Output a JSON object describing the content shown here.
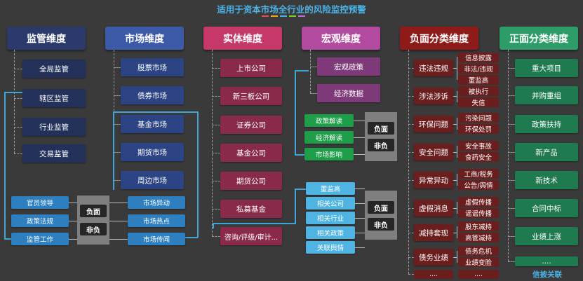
{
  "title": "适用于资本市场全行业的风险监控预警",
  "title_bars": [
    "#e84a5f",
    "#f5a623",
    "#4ab3e8",
    "#7ed321",
    "#c86dd7"
  ],
  "columns": {
    "regulation": {
      "header": "监管维度",
      "items": [
        "全局监管",
        "辖区监管",
        "行业监管",
        "交易监管"
      ]
    },
    "market": {
      "header": "市场维度",
      "items": [
        "股票市场",
        "债券市场",
        "基金市场",
        "期货市场",
        "周边市场"
      ]
    },
    "entity": {
      "header": "实体维度",
      "items": [
        "上市公司",
        "新三板公司",
        "证券公司",
        "基金公司",
        "期货公司",
        "私募基金",
        "咨询/评级/审计..."
      ]
    },
    "macro": {
      "header": "宏观维度",
      "items": [
        "宏观政策",
        "经济数据"
      ]
    },
    "negative": {
      "header": "负面分类维度",
      "groups": [
        {
          "label": "违法违规",
          "subs": [
            "信息披露",
            "非法/违规",
            "董监高"
          ]
        },
        {
          "label": "涉法涉诉",
          "subs": [
            "被执行",
            "失信"
          ]
        },
        {
          "label": "环保问题",
          "subs": [
            "污染问题",
            "环保处罚"
          ]
        },
        {
          "label": "安全问题",
          "subs": [
            "安全事故",
            "食药安全"
          ]
        },
        {
          "label": "异常异动",
          "subs": [
            "工商/税务",
            "公告/舆情"
          ]
        },
        {
          "label": "虚假消息",
          "subs": [
            "虚假传播",
            "谣谣传播"
          ]
        },
        {
          "label": "减持套现",
          "subs": [
            "股东减持",
            "高管减持"
          ]
        },
        {
          "label": "债务业绩",
          "subs": [
            "债务危机",
            "业绩变脸"
          ]
        }
      ],
      "more": "...."
    },
    "positive": {
      "header": "正面分类维度",
      "items": [
        "重大项目",
        "并购重组",
        "政策扶持",
        "新产品",
        "新技术",
        "合同中标",
        "业绩上涨",
        "...."
      ],
      "footer": "信披关联"
    }
  },
  "sentiment": {
    "negative": "负面",
    "non_negative": "非负"
  },
  "reg_tags": [
    "官员领导",
    "政策法规",
    "监管工作"
  ],
  "market_tags": [
    "市场异动",
    "市场热点",
    "市场传闻"
  ],
  "macro_tags": [
    "政策解读",
    "经济解读",
    "市场影响"
  ],
  "entity_tags": [
    "董监高",
    "相关公司",
    "相关行业",
    "相关政策",
    "关联舆情"
  ],
  "colors": {
    "background": "#3a3a3a",
    "regulation_header": "#2b3a6b",
    "regulation_item": "#22305a",
    "market_header": "#3d5aa8",
    "market_item": "#2c4484",
    "entity_header": "#c7386a",
    "entity_item": "#8a2a4a",
    "macro_header": "#b24aa0",
    "macro_item": "#7f3a7a",
    "negative_header": "#8e1a1a",
    "negative_item": "#6a1e1e",
    "positive_header": "#2e9c68",
    "positive_item": "#1f7a4f",
    "tag_blue": "#2d7fc0",
    "tag_green": "#1f9e4a",
    "tag_lightblue": "#4fb4e2",
    "grey_box": "#7f7f7f",
    "black_box": "#262626",
    "accent": "#4ab3e8"
  }
}
